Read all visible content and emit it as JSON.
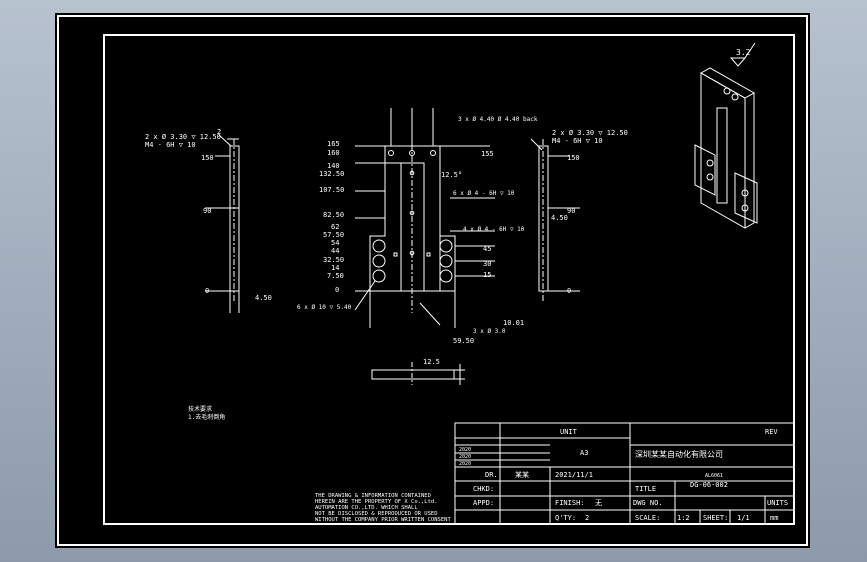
{
  "view_cube_label": "3.2",
  "left_view": {
    "hole_note_1": "2 x Ø 3.30 ▽ 12.50",
    "hole_note_2": "M4 - 6H ▽ 10",
    "dims": [
      "2",
      "150",
      "90",
      "0",
      "4.50"
    ]
  },
  "right_view": {
    "hole_note_1": "2 x Ø 3.30 ▽ 12.50",
    "hole_note_2": "M4 - 6H ▽ 10",
    "dims": [
      "150",
      "90",
      "4.50",
      "0"
    ]
  },
  "front_view": {
    "left_ordinates": [
      "165",
      "160",
      "140",
      "132.50",
      "107.50",
      "82.50",
      "62",
      "57.50",
      "54",
      "44",
      "32.50",
      "14",
      "7.50",
      "0"
    ],
    "right_labels": [
      "155",
      "45",
      "30",
      "15"
    ],
    "top_note": "3 x Ø 4.40 Ø 4.40 back",
    "notes": [
      "6 x Ø 4 - 6H ▽ 10",
      "4 x Ø 4 - 6H ▽ 10",
      "6 x Ø 10 ▽ 5.40",
      "3 x Ø 3.0"
    ],
    "bottom_dims": [
      "10.01",
      "59.50"
    ],
    "angle": "12.5°"
  },
  "bottom_view": {
    "dim": "12.5"
  },
  "tech_note": [
    "技术要求",
    "1.去毛刺倒角"
  ],
  "disclaimer": [
    "THE DRAWING & INFORMATION CONTAINED",
    "HEREIN ARE THE PROPERTY OF X Co.,Ltd.",
    "AUTOMATION CO.,LTD. WHICH SHALL",
    "NOT BE DISCLOSED & REPRODUCED OR USED",
    "WITHOUT THE COMPANY PRIOR WRITTEN CONSENT"
  ],
  "title_block": {
    "rev_rows": [
      "2020",
      "2020",
      "2020"
    ],
    "unit_label": "UNIT",
    "size": "A3",
    "company": "深圳某某自动化有限公司",
    "designer_label": "DR.",
    "designer": "某某",
    "date": "2021/11/1",
    "checker_label": "CHKD:",
    "approver_label": "APPD:",
    "finish_label": "FINISH:",
    "finish": "无",
    "qty_label": "Q'TY:",
    "qty": "2",
    "title_label": "TITLE",
    "drawing_no": "DG-06-002",
    "material": "AL6061",
    "dwg_no_label": "DWG NO.",
    "units_label": "UNITS",
    "units": "mm",
    "scale_label": "SCALE:",
    "scale": "1:2",
    "sheet_label": "SHEET:",
    "sheet": "1/1",
    "rev_label": "REV"
  },
  "colors": {
    "background": "#000000",
    "line": "#ffffff",
    "frame_bg": "#9aa6b6"
  }
}
